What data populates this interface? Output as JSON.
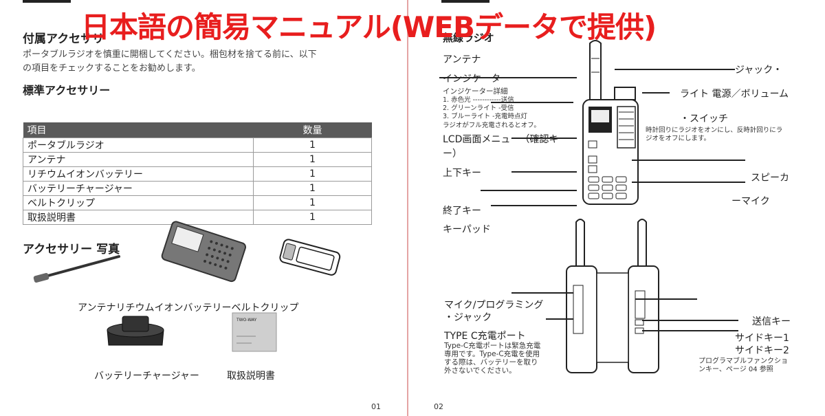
{
  "banner": "日本語の簡易マニュアル(WEBデータで提供)",
  "left_page": {
    "heading": "付属アクセサリ",
    "intro_line1": "ポータブルラジオを慎重に開梱してください。梱包材を捨てる前に、以下",
    "intro_line2": "の項目をチェックすることをお勧めします。",
    "standard_heading": "標準アクセサリー",
    "table": {
      "headers": [
        "項目",
        "数量"
      ],
      "rows": [
        [
          "ポータブルラジオ",
          "1"
        ],
        [
          "アンテナ",
          "1"
        ],
        [
          "リチウムイオンバッテリー",
          "1"
        ],
        [
          "バッテリーチャージャー",
          "1"
        ],
        [
          "ベルトクリップ",
          "1"
        ],
        [
          "取扱説明書",
          "1"
        ]
      ]
    },
    "photo_heading": "アクセサリー 写真",
    "photo_caption_row1": "アンテナリチウムイオンバッテリーベルトクリップ",
    "caption_charger": "バッテリーチャージャー",
    "caption_manual": "取扱説明書",
    "manual_cover_text": "TWO-WAY",
    "page_number": "01"
  },
  "right_page": {
    "heading": "無線ラジオ",
    "labels": {
      "antenna": "アンテナ",
      "indicator": "インジケーター",
      "indicator_detail_title": "インジケーター詳細",
      "indicator_detail_1": "1. 赤色光 ------------送信",
      "indicator_detail_2": "2. グリーンライト -受信",
      "indicator_detail_3": "3. ブルーライト -充電時点灯",
      "indicator_detail_4": "ラジオがフル充電されるとオフ。",
      "lcd_line1": "LCD画面メニュー（確認キ",
      "lcd_line2": "ー）",
      "updown": "上下キー",
      "end_key": "終了キー",
      "keypad": "キーパッド",
      "jack": "ジャック・",
      "light_power": "ライト 電源／ボリューム",
      "switch": "・スイッチ",
      "switch_desc1": "時計回りにラジオをオンにし、反時計回りにラ",
      "switch_desc2": "ジオをオフにします。",
      "speaker": "スピーカ",
      "mic": "ーマイク",
      "mic_prog_line1": "マイク/プログラミング",
      "mic_prog_line2": "・ジャック",
      "typec_title": "TYPE C充電ポート",
      "typec_desc1": "Type-C充電ポートは緊急充電",
      "typec_desc2": "専用です。Type-C充電を使用",
      "typec_desc3": "する際は、バッテリーを取り",
      "typec_desc4": "外さないでください。",
      "ptt": "送信キー",
      "side1": "サイドキー1",
      "side2": "サイドキー2",
      "prog_desc1": "プログラマブルファンクショ",
      "prog_desc2": "ンキー、ページ 04 参照"
    },
    "page_number": "02"
  },
  "colors": {
    "banner": "#e81e1e",
    "table_header": "#5a5a5a",
    "divider": "#e4a3a3"
  }
}
